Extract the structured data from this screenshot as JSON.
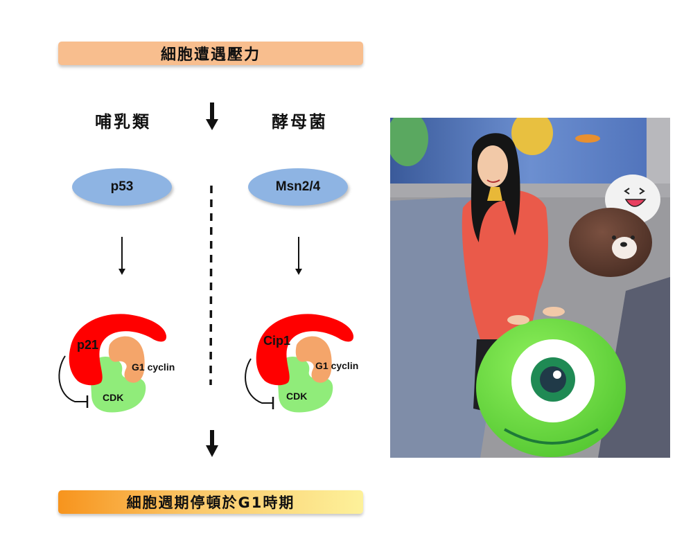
{
  "header": {
    "title": "細胞遭遇壓力",
    "color": "#f8be8e"
  },
  "columns": {
    "left": {
      "organism": "哺乳類",
      "activator": "p53",
      "inhibitor": "p21",
      "cyclin": "G1 cyclin",
      "kinase": "CDK"
    },
    "right": {
      "organism": "酵母菌",
      "activator": "Msn2/4",
      "inhibitor": "Cip1",
      "cyclin": "G1 cyclin",
      "kinase": "CDK"
    }
  },
  "footer": {
    "result": "細胞週期停頓於G1時期"
  },
  "colors": {
    "ellipse": "#8eb4e3",
    "inhibitor": "#ff0000",
    "cyclin": "#f4a56a",
    "kinase": "#90ec7a"
  },
  "photo": {
    "description": "Woman in red jacket leaning on green one-eyed monster bollard; white emoji ball and brown bear ball bollards in background; mosaic wall with hot air balloons"
  }
}
